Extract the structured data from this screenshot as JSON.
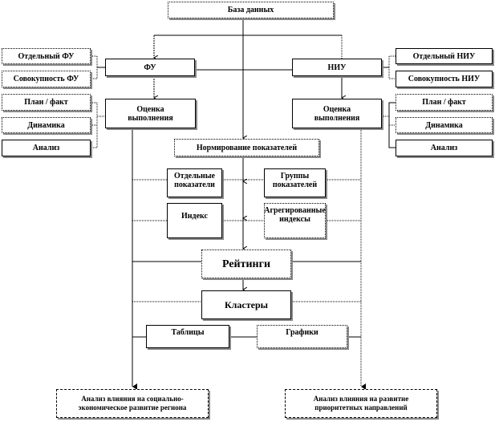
{
  "database": "База данных",
  "fu": "ФУ",
  "niu": "НИУ",
  "left_group": {
    "single": "Отдельный ФУ",
    "aggregate": "Совокупность ФУ",
    "plan_fact": "План / факт",
    "dynamics": "Динамика",
    "analysis": "Анализ"
  },
  "right_group": {
    "single": "Отдельный НИУ",
    "aggregate": "Совокупность НИУ",
    "plan_fact": "План / факт",
    "dynamics": "Динамика",
    "analysis": "Анализ"
  },
  "evaluation_left": "Оценка выполнения",
  "evaluation_right": "Оценка выполнения",
  "normalization": "Нормирование показателей",
  "single_indicators": "Отдельные показатели",
  "indicator_groups": "Группы показателей",
  "index": "Индекс",
  "aggregated_indices": "Агрегированные индексы",
  "ratings": "Рейтинги",
  "clusters": "Кластеры",
  "tables": "Таблицы",
  "charts": "Графики",
  "result_left": "Анализ влияния на социально-экономическое развитие региона",
  "result_right": "Анализ влияния на развитие приоритетных направлений"
}
